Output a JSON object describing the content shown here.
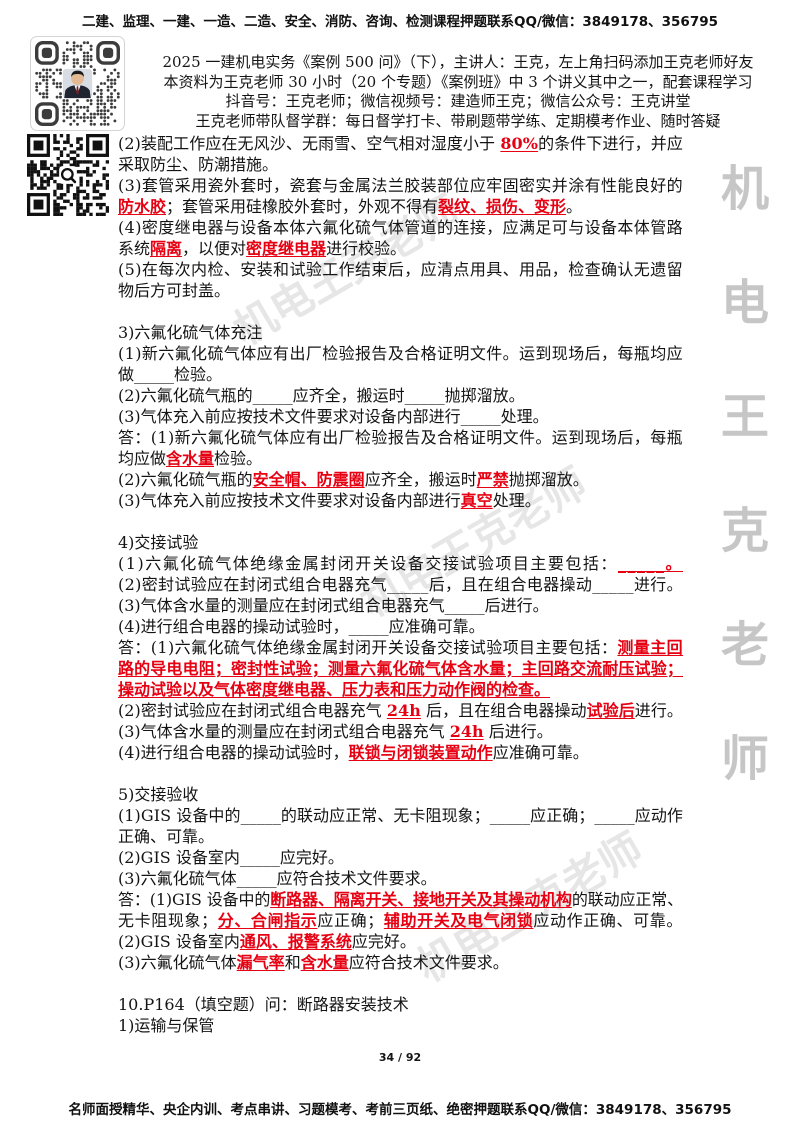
{
  "top_banner": "二建、监理、一建、一造、二造、安全、消防、咨询、检测课程押题联系QQ/微信：3849178、356795",
  "header": {
    "lines": [
      "2025 一建机电实务《案例 500 问》（下），主讲人：王克，左上角扫码添加王克老师好友",
      "本资料为王克老师 30 小时（20 个专题）《案例班》中 3 个讲义其中之一，配套课程学习",
      "抖音号：王克老师；微信视频号：建造师王克；微信公众号：王克讲堂",
      "王克老师带队督学群：每日督学打卡、带刷题带学练、定期模考作业、随时答疑"
    ]
  },
  "body": {
    "lines": [
      [
        {
          "t": "(2)装配工作应在无风沙、无雨雪、空气相对湿度小于 "
        },
        {
          "t": "80%",
          "hl": true
        },
        {
          "t": "的条件下进行，并应"
        }
      ],
      [
        {
          "t": "采取防尘、防潮措施。"
        }
      ],
      [
        {
          "t": "(3)套管采用瓷外套时，瓷套与金属法兰胶装部位应牢固密实并涂有性能良好的"
        }
      ],
      [
        {
          "t": "防水胶",
          "hl": true
        },
        {
          "t": "；套管采用硅橡胶外套时，外观不得有"
        },
        {
          "t": "裂纹、损伤、变形",
          "hl": true
        },
        {
          "t": "。"
        }
      ],
      [
        {
          "t": "(4)密度继电器与设备本体六氟化硫气体管道的连接，应满足可与设备本体管路"
        }
      ],
      [
        {
          "t": "系统"
        },
        {
          "t": "隔离",
          "hl": true
        },
        {
          "t": "，以便对"
        },
        {
          "t": "密度继电器",
          "hl": true
        },
        {
          "t": "进行校验。"
        }
      ],
      [
        {
          "t": "(5)在每次内检、安装和试验工作结束后，应清点用具、用品，检查确认无遗留"
        }
      ],
      [
        {
          "t": "物后方可封盖。"
        }
      ],
      [],
      [
        {
          "t": "3)六氟化硫气体充注"
        }
      ],
      [
        {
          "t": "(1)新六氟化硫气体应有出厂检验报告及合格证明文件。运到现场后，每瓶均应"
        }
      ],
      [
        {
          "t": "做_____检验。"
        }
      ],
      [
        {
          "t": "(2)六氟化硫气瓶的_____应齐全，搬运时_____抛掷溜放。"
        }
      ],
      [
        {
          "t": "(3)气体充入前应按技术文件要求对设备内部进行_____处理。"
        }
      ],
      [
        {
          "t": "答：(1)新六氟化硫气体应有出厂检验报告及合格证明文件。运到现场后，每瓶"
        }
      ],
      [
        {
          "t": "均应做"
        },
        {
          "t": "含水量",
          "hl": true
        },
        {
          "t": "检验。"
        }
      ],
      [
        {
          "t": "(2)六氟化硫气瓶的"
        },
        {
          "t": "安全帽、防震圈",
          "hl": true
        },
        {
          "t": "应齐全，搬运时"
        },
        {
          "t": "严禁",
          "hl": true
        },
        {
          "t": "抛掷溜放。"
        }
      ],
      [
        {
          "t": "(3)气体充入前应按技术文件要求对设备内部进行"
        },
        {
          "t": "真空",
          "hl": true
        },
        {
          "t": "处理。"
        }
      ],
      [],
      [
        {
          "t": "4)交接试验"
        }
      ],
      [
        {
          "t": "(1)六氟化硫气体绝缘金属封闭开关设备交接试验项目主要包括："
        },
        {
          "t": "_____。",
          "hl": true
        }
      ],
      [
        {
          "t": "(2)密封试验应在封闭式组合电器充气_____后，且在组合电器操动_____进行。"
        }
      ],
      [
        {
          "t": "(3)气体含水量的测量应在封闭式组合电器充气_____后进行。"
        }
      ],
      [
        {
          "t": "(4)进行组合电器的操动试验时，_____应准确可靠。"
        }
      ],
      [
        {
          "t": "答：(1)六氟化硫气体绝缘金属封闭开关设备交接试验项目主要包括："
        },
        {
          "t": "测量主回",
          "hl": true
        }
      ],
      [
        {
          "t": "路的导电电阻；密封性试验；测量六氟化硫气体含水量；主回路交流耐压试验；",
          "hl": true
        }
      ],
      [
        {
          "t": "操动试验以及气体密度继电器、压力表和压力动作阀的检查。",
          "hl": true
        }
      ],
      [
        {
          "t": "(2)密封试验应在封闭式组合电器充气 "
        },
        {
          "t": "24h",
          "hl": true
        },
        {
          "t": " 后，且在组合电器操动"
        },
        {
          "t": "试验后",
          "hl": true
        },
        {
          "t": "进行。"
        }
      ],
      [
        {
          "t": "(3)气体含水量的测量应在封闭式组合电器充气 "
        },
        {
          "t": "24h",
          "hl": true
        },
        {
          "t": " 后进行。"
        }
      ],
      [
        {
          "t": "(4)进行组合电器的操动试验时，"
        },
        {
          "t": "联锁与闭锁装置动作",
          "hl": true
        },
        {
          "t": "应准确可靠。"
        }
      ],
      [],
      [
        {
          "t": "5)交接验收"
        }
      ],
      [
        {
          "t": "(1)GIS 设备中的_____的联动应正常、无卡阻现象；_____应正确；_____应动作"
        }
      ],
      [
        {
          "t": "正确、可靠。"
        }
      ],
      [
        {
          "t": "(2)GIS 设备室内_____应完好。"
        }
      ],
      [
        {
          "t": "(3)六氟化硫气体_____应符合技术文件要求。"
        }
      ],
      [
        {
          "t": "答：(1)GIS 设备中的"
        },
        {
          "t": "断路器、隔离开关、接地开关及其操动机构",
          "hl": true
        },
        {
          "t": "的联动应正常、"
        }
      ],
      [
        {
          "t": "无卡阻现象；"
        },
        {
          "t": "分、合闸指示",
          "hl": true
        },
        {
          "t": "应正确；"
        },
        {
          "t": "辅助开关及电气闭锁",
          "hl": true
        },
        {
          "t": "应动作正确、可靠。"
        }
      ],
      [
        {
          "t": "(2)GIS 设备室内"
        },
        {
          "t": "通风、报警系统",
          "hl": true
        },
        {
          "t": "应完好。"
        }
      ],
      [
        {
          "t": "(3)六氟化硫气体"
        },
        {
          "t": "漏气率",
          "hl": true
        },
        {
          "t": "和"
        },
        {
          "t": "含水量",
          "hl": true
        },
        {
          "t": "应符合技术文件要求。"
        }
      ],
      [],
      [
        {
          "t": "10.P164（填空题）问：断路器安装技术"
        }
      ],
      [
        {
          "t": "1)运输与保管"
        }
      ]
    ]
  },
  "watermark": {
    "side_text": "机电王克老师",
    "diagonal_text": "机电王克老师"
  },
  "page_number": "34 / 92",
  "footer_banner": "名师面授精华、央企内训、考点串讲、习题模考、考前三页纸、绝密押题联系QQ/微信：3849178、356795",
  "colors": {
    "answer": "#e60012",
    "text": "#141414",
    "watermark": "#c6c6c6"
  },
  "icons": {
    "top_left": "qr-code-with-portrait",
    "left": "qr-code-with-logo"
  }
}
